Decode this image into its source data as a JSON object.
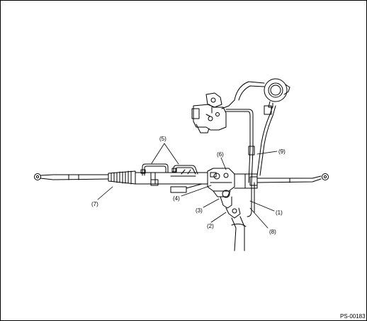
{
  "diagram": {
    "labels": [
      {
        "id": "1",
        "text": "(1)"
      },
      {
        "id": "2",
        "text": "(2)"
      },
      {
        "id": "3",
        "text": "(3)"
      },
      {
        "id": "4",
        "text": "(4)"
      },
      {
        "id": "5",
        "text": "(5)"
      },
      {
        "id": "6",
        "text": "(6)"
      },
      {
        "id": "7",
        "text": "(7)"
      },
      {
        "id": "8",
        "text": "(8)"
      },
      {
        "id": "9",
        "text": "(9)"
      }
    ],
    "figure_code": "PS-00183"
  }
}
